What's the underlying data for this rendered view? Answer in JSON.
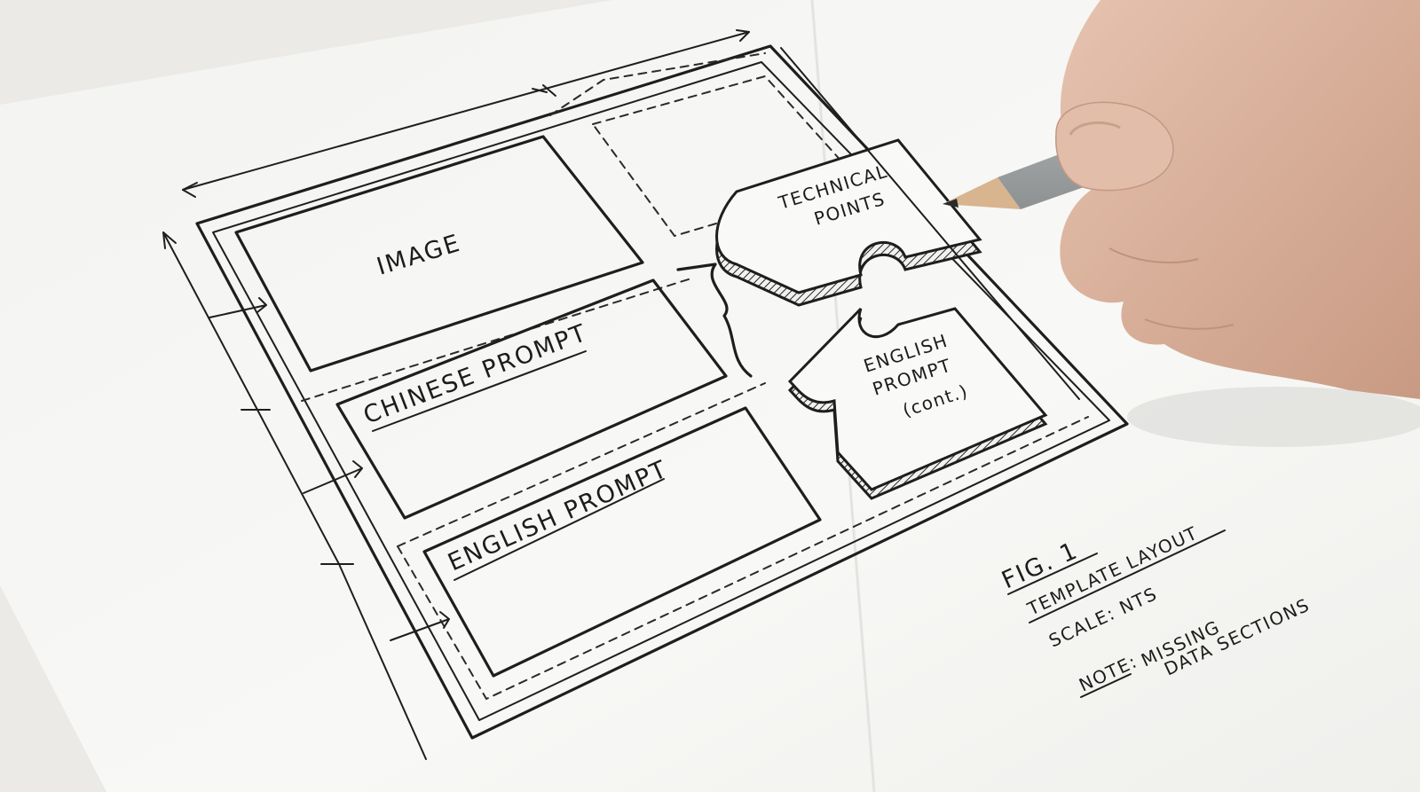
{
  "sketch": {
    "sections": {
      "image": "IMAGE",
      "chinese_prompt": "CHINESE PROMPT",
      "english_prompt": "ENGLISH PROMPT",
      "technical_points_line1": "TECHNICAL",
      "technical_points_line2": "POINTS",
      "english_prompt_cont_line1": "ENGLISH",
      "english_prompt_cont_line2": "PROMPT",
      "english_prompt_cont_line3": "(cont.)"
    },
    "notes": {
      "figure": "FIG. 1",
      "title": "TEMPLATE LAYOUT",
      "scale": "SCALE: NTS",
      "note_label": "NOTE:",
      "note_line1": "MISSING",
      "note_line2": "DATA SECTIONS"
    }
  },
  "colors": {
    "background": "#ecebe8",
    "paper": "#f7f7f5",
    "ink": "#1e1e1e",
    "pencil_body": "#aeb2b3",
    "skin": "#dcb5a1"
  }
}
